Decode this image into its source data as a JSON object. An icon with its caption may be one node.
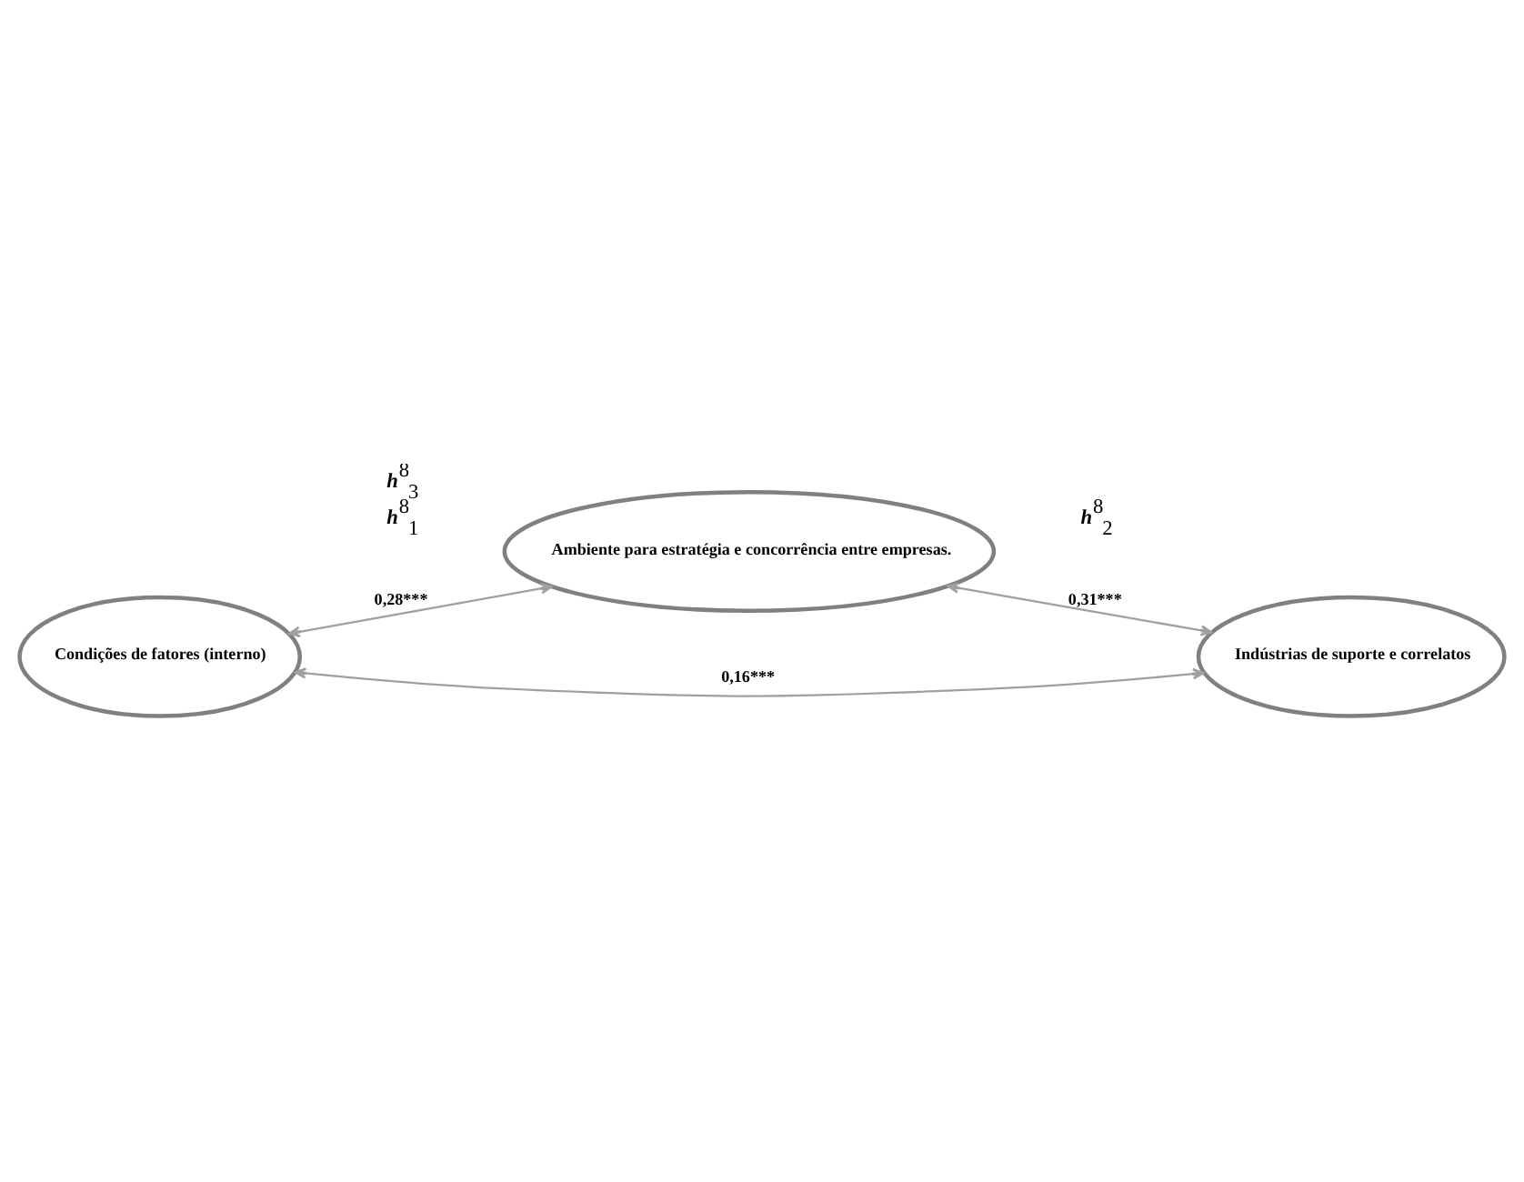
{
  "diagram": {
    "nodes": [
      {
        "text": [
          "Ambiente para estratégia e concorrência entre empresas."
        ]
      },
      {
        "text": [
          "Condições de fatores (interno)"
        ]
      },
      {
        "text": [
          "Indústrias de suporte e correlatos"
        ]
      }
    ],
    "edges": [
      {
        "from": 1,
        "to": 0,
        "arrow": "both",
        "label": "0,28***"
      },
      {
        "from": 0,
        "to": 2,
        "arrow": "both",
        "label": "0,31***"
      },
      {
        "from": 1,
        "to": 2,
        "arrow": "both",
        "label": "0,16***"
      }
    ],
    "labels": [
      "h$^{8}$$_{1}$",
      "h$^{8}$$_{2}$",
      "h$^{8}$$_{3}$"
    ]
  }
}
